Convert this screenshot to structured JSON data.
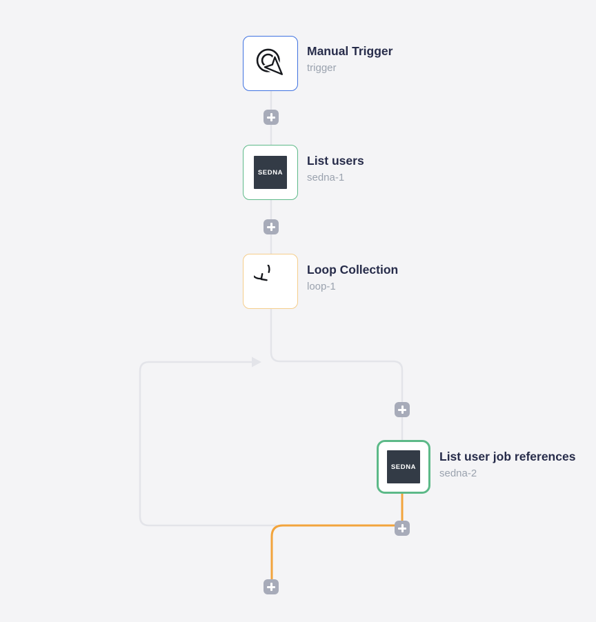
{
  "colors": {
    "bg": "#f4f4f6",
    "card-bg": "#ffffff",
    "line": "#e3e4e9",
    "orange": "#f2a43c",
    "plus": "#a7abb9",
    "title": "#272c4a",
    "subtitle": "#9aa2ae",
    "blue": "#3e71e0",
    "green": "#5cb988",
    "loop-border": "#f5cd8a",
    "logo-bg": "#333b46"
  },
  "logo_text": "SEDNA",
  "nodes": [
    {
      "id": "trigger",
      "title": "Manual Trigger",
      "subtitle": "trigger",
      "icon": "manual-trigger-icon",
      "accent": "#3e71e0"
    },
    {
      "id": "sedna-1",
      "title": "List users",
      "subtitle": "sedna-1",
      "icon": "sedna-logo",
      "accent": "#5cb988"
    },
    {
      "id": "loop-1",
      "title": "Loop Collection",
      "subtitle": "loop-1",
      "icon": "loop-icon",
      "accent": "#f5cd8a"
    },
    {
      "id": "sedna-2",
      "title": "List user job references",
      "subtitle": "sedna-2",
      "icon": "sedna-logo",
      "accent": "#5cb988",
      "selected": true
    }
  ],
  "plus_buttons": {
    "count": 5,
    "tooltip": "+"
  }
}
